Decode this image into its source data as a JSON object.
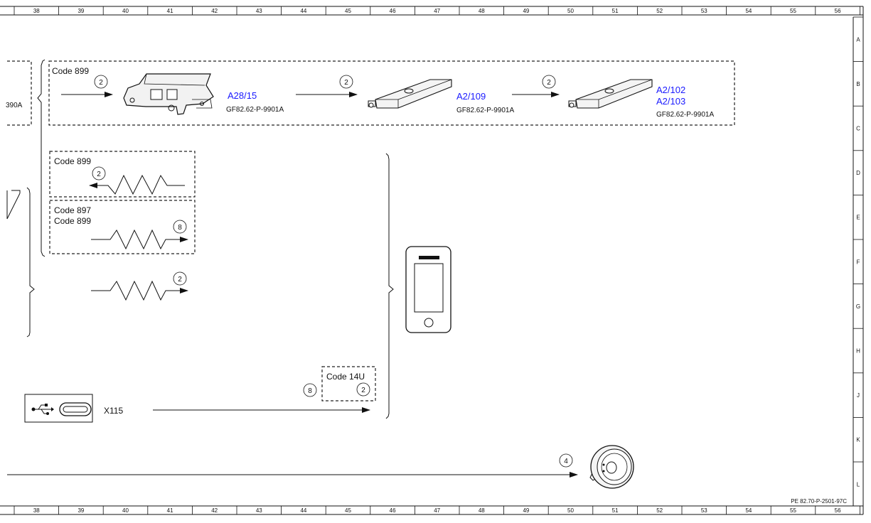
{
  "ruler": {
    "columns": [
      "38",
      "39",
      "40",
      "41",
      "42",
      "43",
      "44",
      "45",
      "46",
      "47",
      "48",
      "49",
      "50",
      "51",
      "52",
      "53",
      "54",
      "55",
      "56"
    ],
    "rows": [
      "A",
      "B",
      "C",
      "D",
      "E",
      "F",
      "G",
      "H",
      "J",
      "K",
      "L"
    ]
  },
  "doc_reference": "PE 82.70-P-2501-97C",
  "left_cut_label": "390A",
  "group_top": {
    "code": "Code 899",
    "components": [
      {
        "ids": [
          "A28/15"
        ],
        "ref": "GF82.62-P-9901A"
      },
      {
        "ids": [
          "A2/109"
        ],
        "ref": "GF82.62-P-9901A"
      },
      {
        "ids": [
          "A2/102",
          "A2/103"
        ],
        "ref": "GF82.62-P-9901A"
      }
    ],
    "connection_counts": [
      "2",
      "2",
      "2"
    ]
  },
  "box_mid1": {
    "code": "Code 899",
    "count": "2"
  },
  "box_mid2": {
    "code_lines": [
      "Code 897",
      "Code 899"
    ],
    "count": "8"
  },
  "free_wave": {
    "count": "2"
  },
  "code14u": {
    "code": "Code 14U",
    "count_left": "8",
    "count_right": "2"
  },
  "usb": {
    "label": "X115"
  },
  "speaker_line": {
    "count": "4"
  },
  "icons": [
    "antenna-module-icon",
    "antenna-bar-icon",
    "antenna-bar-icon",
    "smartphone-icon",
    "usb-symbol-icon",
    "usb-c-port-icon",
    "speaker-icon",
    "wave-signal-icon"
  ]
}
